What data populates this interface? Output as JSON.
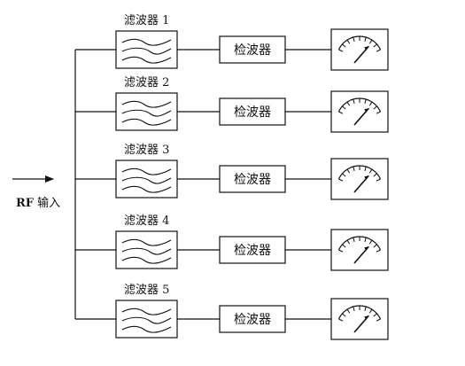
{
  "input": {
    "label_bold": "RF",
    "label_text": " 输入"
  },
  "channels": [
    {
      "filter_label": "滤波器 1",
      "detector_label": "检波器"
    },
    {
      "filter_label": "滤波器 2",
      "detector_label": "检波器"
    },
    {
      "filter_label": "滤波器 3",
      "detector_label": "检波器"
    },
    {
      "filter_label": "滤波器 4",
      "detector_label": "检波器"
    },
    {
      "filter_label": "滤波器 5",
      "detector_label": "检波器"
    }
  ]
}
